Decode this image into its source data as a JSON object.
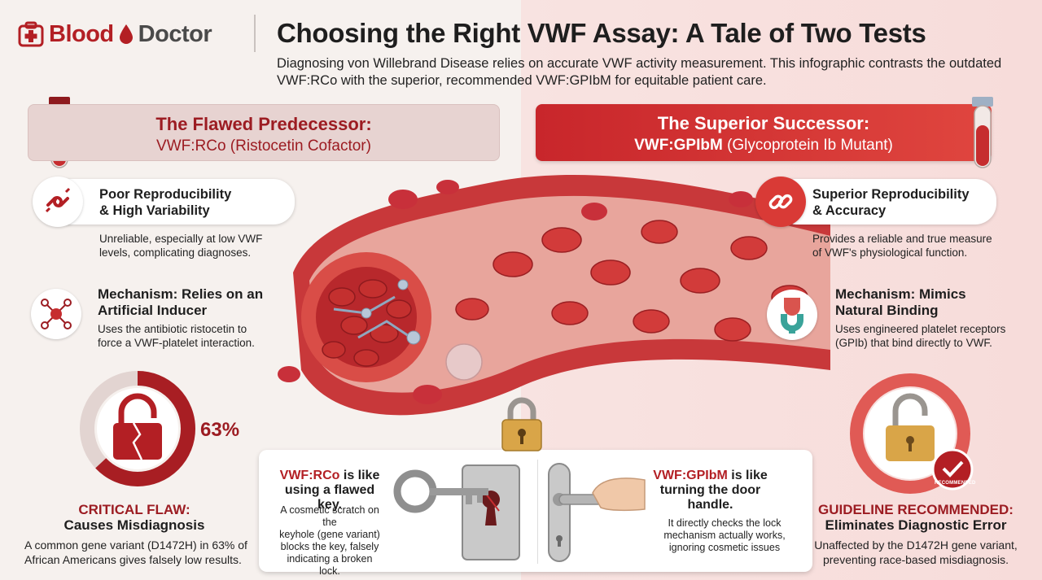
{
  "brand": {
    "name_part1": "Blood",
    "name_part2": "Doctor"
  },
  "header": {
    "title": "Choosing the Right VWF Assay: A Tale of Two Tests",
    "subtitle": "Diagnosing von Willebrand Disease relies on accurate VWF activity measurement. This infographic contrasts the outdated VWF:RCo with the superior, recommended VWF:GPIbM for equitable patient care."
  },
  "left": {
    "banner_line1": "The Flawed Predecessor:",
    "banner_line2": "VWF:RCo (Ristocetin Cofactor)",
    "reproducibility": {
      "title_line1": "Poor Reproducibility",
      "title_line2": "& High Variability",
      "text_line1": "Unreliable, especially at low VWF",
      "text_line2": "levels, complicating diagnoses."
    },
    "mechanism": {
      "title_line1": "Mechanism: Relies on an",
      "title_line2": "Artificial Inducer",
      "text_line1": "Uses the antibiotic ristocetin to",
      "text_line2": "force a VWF-platelet interaction."
    },
    "flaw": {
      "percent_label": "63%",
      "percent_value": 63,
      "title": "CRITICAL FLAW:",
      "subtitle": "Causes Misdiagnosis",
      "text_line1": "A common gene variant (D1472H) in 63% of",
      "text_line2": "African Americans gives falsely low results."
    }
  },
  "right": {
    "banner_line1": "The Superior Successor:",
    "banner_line2_bold": "VWF:GPIbM",
    "banner_line2_rest": " (Glycoprotein Ib Mutant)",
    "reproducibility": {
      "title_line1": "Superior Reproducibility",
      "title_line2": "& Accuracy",
      "text_line1": "Provides a reliable and true measure",
      "text_line2": "of VWF's physiological function."
    },
    "mechanism": {
      "title_line1": "Mechanism: Mimics",
      "title_line2": "Natural Binding",
      "text_line1": "Uses engineered platelet receptors",
      "text_line2": "(GPIb) that bind directly to VWF."
    },
    "recommended": {
      "badge_text": "RECOMMENDED",
      "title": "GUIDELINE RECOMMENDED:",
      "subtitle": "Eliminates Diagnostic Error",
      "text_line1": "Unaffected by the D1472H gene variant,",
      "text_line2": "preventing race-based misdiagnosis."
    }
  },
  "analogy": {
    "left": {
      "head_red": "VWF:RCo",
      "head_rest1": " is like",
      "head_line2": "using a flawed key.",
      "body_line1": "A cosmetic scratch on the",
      "body_line2": "keyhole (gene variant)",
      "body_line3": "blocks the key, falsely",
      "body_line4": "indicating a broken lock."
    },
    "right": {
      "head_red": "VWF:GPIbM",
      "head_rest1": " is like",
      "head_line2": "turning the door",
      "head_line3": "handle.",
      "body_line1": "It directly checks the lock",
      "body_line2": "mechanism actually works,",
      "body_line3": "ignoring cosmetic issues"
    }
  },
  "colors": {
    "brand_red": "#b31f24",
    "dark_red": "#9c1c22",
    "accent_red": "#d93a36",
    "left_bg": "#f6f1ee",
    "right_bg": "#f8e3e1",
    "teal": "#3aa39a"
  }
}
